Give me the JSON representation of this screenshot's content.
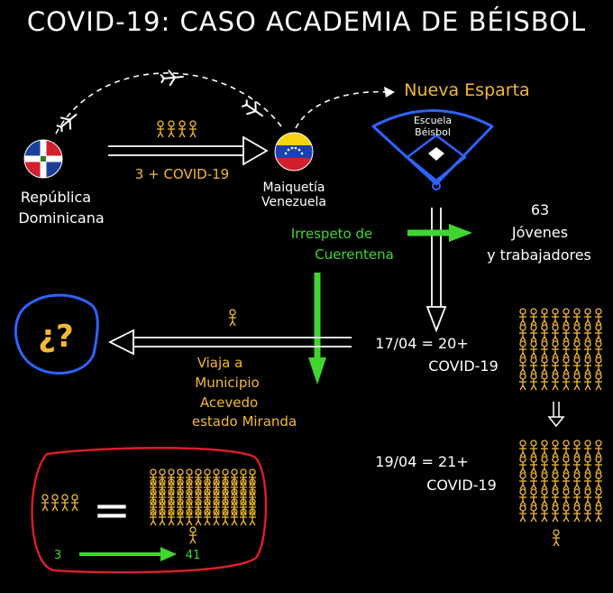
{
  "title": "COVID-19: CASO ACADEMIA DE BÉISBOL",
  "origin": {
    "line1": "República",
    "line2": "Dominicana"
  },
  "arrival": {
    "line1": "Maiquetía",
    "line2": "Venezuela"
  },
  "destination": "Nueva Esparta",
  "school": {
    "line1": "Escuela",
    "line2": "Béisbol"
  },
  "travelers_label": "3 + COVID-19",
  "quarantine": {
    "line1": "Irrespeto de",
    "line2": "Cuerentena"
  },
  "affected": {
    "count": "63",
    "line1": "Jóvenes",
    "line2": "y trabajadores"
  },
  "mystery": "¿?",
  "report1": {
    "date": "17/04 = 20+",
    "label": "COVID-19"
  },
  "report2": {
    "date": "19/04 = 21+",
    "label": "COVID-19"
  },
  "travel": {
    "line1": "Viaja a",
    "line2": "Municipio",
    "line3": "Acevedo",
    "line4": "estado Miranda"
  },
  "summary": {
    "equals": "=",
    "from": "3",
    "to": "41"
  },
  "colors": {
    "yellow": "#f2b833",
    "green": "#3fd62f",
    "blue": "#2f63ff",
    "red": "#d81e2a"
  },
  "icons": [
    "airplane-icon",
    "person-icon",
    "dominican-flag-icon",
    "venezuela-flag-icon",
    "baseball-field-icon"
  ]
}
